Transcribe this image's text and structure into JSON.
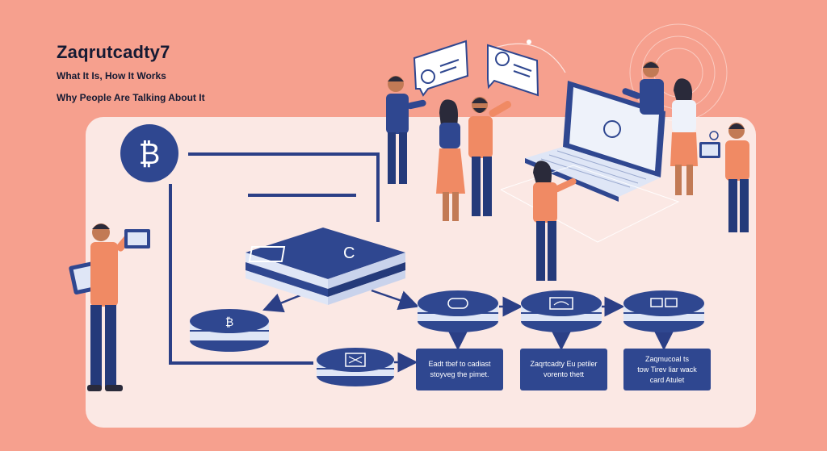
{
  "header": {
    "title": "Zaqrutcadty7",
    "subtitle_line1": "What It Is,  How It Works",
    "subtitle_line2": "Why People Are Talking About It"
  },
  "nodes": {
    "coin_top": "bitcoin-icon",
    "coin_left": "bitcoin-icon",
    "step1_icon": "oval-token-icon",
    "step2_icon": "card-icon",
    "step3_icon": "chain-icon",
    "step4_icon": "document-icon"
  },
  "labels": [
    {
      "line1": "Eadt tbef to cadiast",
      "line2": "stoyveg the pimet."
    },
    {
      "line1": "Zaqrtcadty Eu petiler",
      "line2": "vorento thett"
    },
    {
      "line1": "Zaqmucoal ts",
      "line2": "tow Tirev liar wack",
      "line3": "card Atulet"
    }
  ],
  "colors": {
    "background": "#f6a08e",
    "panel": "#fbe8e4",
    "navy": "#2f4790",
    "line": "#2b3f86",
    "skin": "#c27a55",
    "orange_shirt": "#f08a64",
    "screen": "#eef2fa"
  }
}
